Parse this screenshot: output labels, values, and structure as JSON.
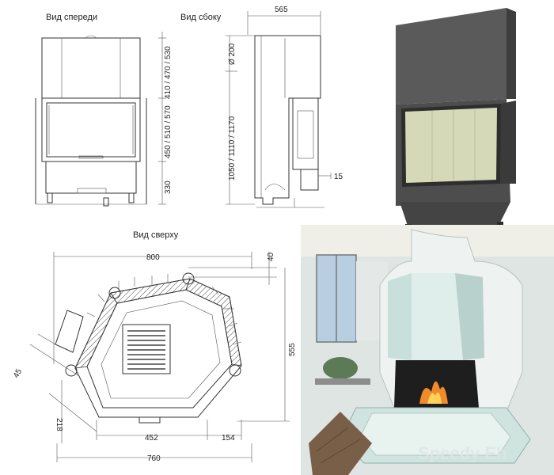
{
  "views": {
    "front": "Вид спереди",
    "side": "Вид сбоку",
    "top": "Вид сверху"
  },
  "front_dims": {
    "top": "410 / 470 / 530",
    "middle": "450 / 510 / 570",
    "bottom": "330"
  },
  "side_dims": {
    "width": "565",
    "flue": "Ø 200",
    "height": "1050 / 1110 / 1170",
    "offset": "15"
  },
  "top_dims": {
    "width_top": "800",
    "gap": "40",
    "depth": "555",
    "angle": "45",
    "side": "218",
    "inner": "452",
    "edge": "154",
    "width_bottom": "760"
  },
  "watermark": "Speedy Eh",
  "colors": {
    "line": "#333333",
    "steel": "#5a5a5a",
    "steel_dark": "#3d3d3d",
    "glass": "#d6d9b8",
    "wall": "#e9eef0",
    "tile": "#cfe3df"
  }
}
